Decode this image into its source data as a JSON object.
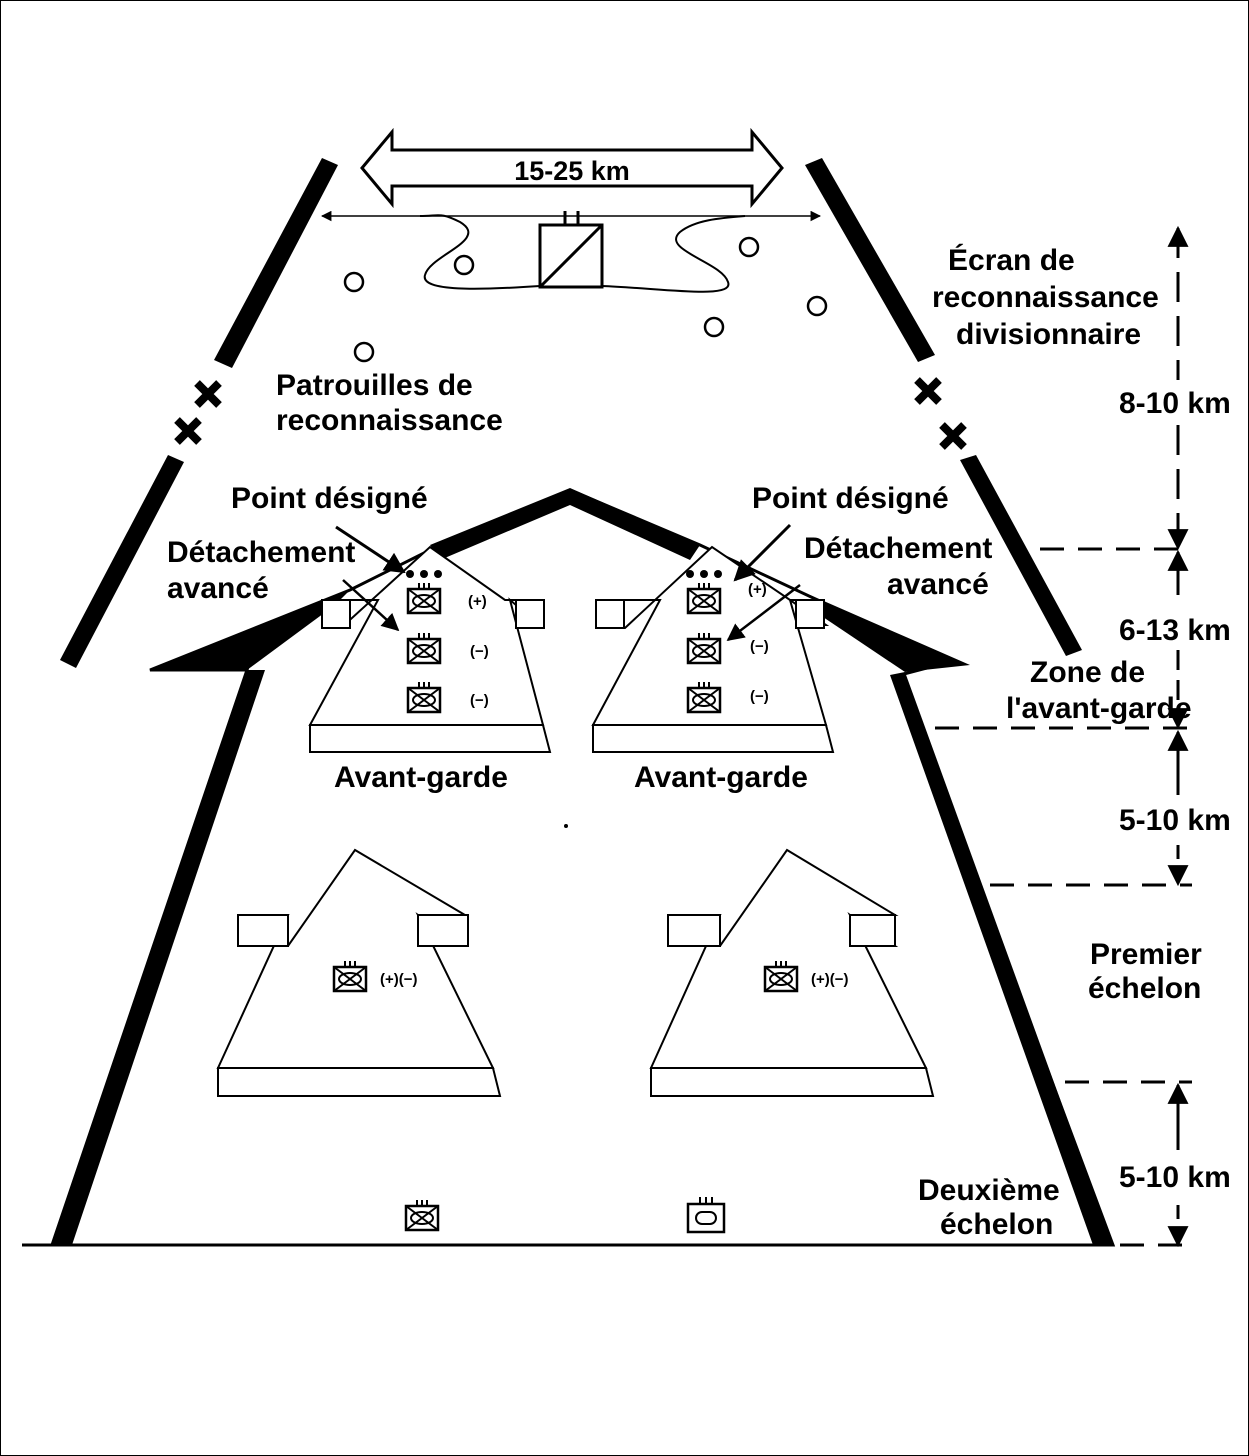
{
  "frontage": "15-25 km",
  "labels": {
    "recon_screen": [
      "Écran de",
      "reconnaissance",
      "divisionnaire"
    ],
    "recon_patrols": [
      "Patrouilles de",
      "reconnaissance"
    ],
    "designated_point_left": "Point désigné",
    "designated_point_right": "Point désigné",
    "advance_detachment_left": [
      "Détachement",
      "avancé"
    ],
    "advance_detachment_right": [
      "Détachement",
      "avancé"
    ],
    "advance_guard_left": "Avant-garde",
    "advance_guard_right": "Avant-garde",
    "advance_guard_zone": [
      "Zone de",
      "l'avant-garde"
    ],
    "first_echelon": [
      "Premier",
      "échelon"
    ],
    "second_echelon": [
      "Deuxième",
      "échelon"
    ]
  },
  "distances": {
    "recon_depth": "8-10 km",
    "advance_guard_depth": "6-13 km",
    "first_echelon_gap": "5-10 km",
    "second_echelon_gap": "5-10 km"
  },
  "unit_markers": {
    "plus": "(+)",
    "minus": "(−)",
    "plus_minus": "(+)(−)"
  },
  "colors": {
    "ink": "#000000",
    "paper": "#ffffff"
  }
}
